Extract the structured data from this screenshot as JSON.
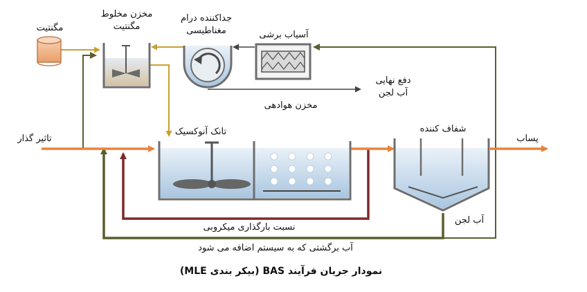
{
  "diagram": {
    "labels": {
      "magnetite": "مگنتیت",
      "mix_tank": [
        "مخزن مخلوط",
        "مگنتیت"
      ],
      "magnetic_drum": [
        "جداکننده درام",
        "مغناطیسی"
      ],
      "shear_mill": "آسیاب برشی",
      "final_disposal": "دفع نهایی",
      "waste_sludge": "آب لجن",
      "aeration_tank": "مخزن هوادهی",
      "influent": "تاثیر گذار",
      "anoxic_tank": "تانک آنوکسیک",
      "clarifier": "شفاف کننده",
      "effluent": "پساب",
      "return_sludge": "آب لجن",
      "mlr": "نسبت بارگذاری میکروبی",
      "return_line": "آب برگشتی که به سیستم اضافه می شود"
    },
    "caption": "نمودار جریان فرآیند BAS (بیکر بندی MLE)",
    "colors": {
      "influent_arrow": "#E8843C",
      "return_line": "#5A5E2E",
      "mlr_line": "#7E2A2A",
      "magnetite_line": "#C9A030",
      "tank_frame": "#6E6E6E",
      "water": "#C4D9EA",
      "magnetite_drum": "#F2B58A"
    }
  }
}
